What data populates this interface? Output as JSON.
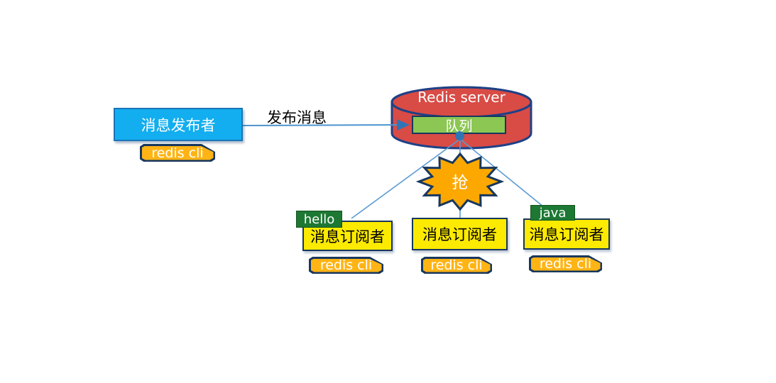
{
  "publisher": {
    "label": "消息发布者",
    "client_label": "redis cli"
  },
  "publish_arrow": {
    "label": "发布消息"
  },
  "server": {
    "title": "Redis server",
    "queue_label": "队列"
  },
  "contention_star": {
    "label": "抢"
  },
  "subscribers": [
    {
      "channel_tag": "hello",
      "label": "消息订阅者",
      "client_label": "redis cli"
    },
    {
      "channel_tag": null,
      "label": "消息订阅者",
      "client_label": "redis cli"
    },
    {
      "channel_tag": "java",
      "label": "消息订阅者",
      "client_label": "redis cli"
    }
  ],
  "colors": {
    "publisher_fill": "#12AEEF",
    "cylinder_fill": "#D94B45",
    "queue_fill": "#8CC653",
    "subscriber_fill": "#FCEA00",
    "client_fill": "#FFB415",
    "star_fill": "#FCA800",
    "tag_fill": "#1D7834",
    "connector": "#5B9BD5",
    "border_navy": "#17375E"
  }
}
